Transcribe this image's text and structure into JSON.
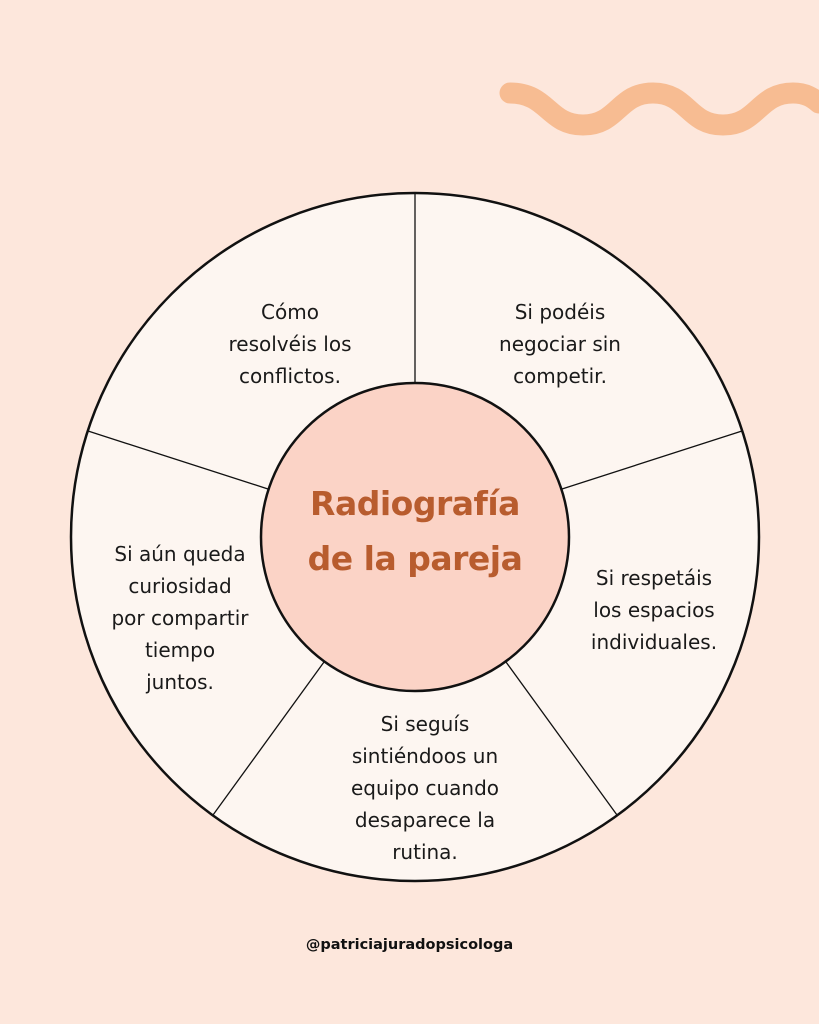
{
  "diagram": {
    "title_line1": "Radiografía",
    "title_line2": "de la pareja",
    "segments": [
      {
        "text": "Cómo\nresolvéis los\nconflictos."
      },
      {
        "text": "Si podéis\nnegociar sin\ncompetir."
      },
      {
        "text": "Si respetáis\nlos espacios\nindividuales."
      },
      {
        "text": "Si seguís\nsintiéndoos un\nequipo cuando\ndesaparece la\nrutina."
      },
      {
        "text": "Si aún queda\ncuriosidad\npor compartir\ntiempo\njuntos."
      }
    ]
  },
  "footer": {
    "handle": "@patriciajuradopsicologa"
  },
  "colors": {
    "background": "#fde7dc",
    "wheel_fill": "#fdf6f1",
    "center_fill": "#fbd3c6",
    "title": "#b85c2e",
    "wave": "#f7bc92",
    "stroke": "#111111"
  },
  "decorations": {
    "wave": "wave-decoration"
  }
}
